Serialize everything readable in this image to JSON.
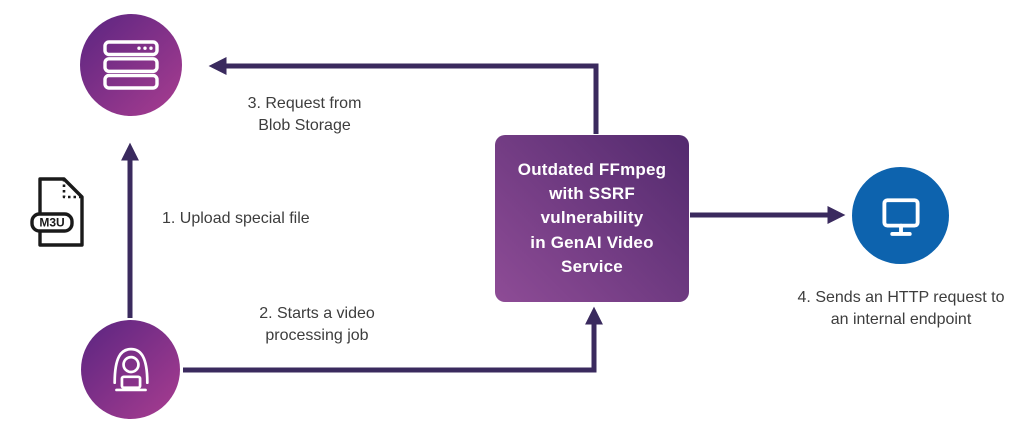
{
  "colors": {
    "arrow": "#3a2a5e",
    "purple1": "#5a2581",
    "purple2": "#a93d90",
    "box1": "#532a6e",
    "box2": "#8e4c96",
    "blue": "#0d63ae",
    "label": "#3d3d3d"
  },
  "nodes": {
    "vulnerability_box": "Outdated FFmpeg\nwith SSRF\nvulnerability\nin GenAI Video\nService",
    "file_badge": "M3U"
  },
  "labels": {
    "step1": "1. Upload special file",
    "step2": "2. Starts a video\nprocessing job",
    "step3": "3. Request from\nBlob Storage",
    "step4": "4. Sends an HTTP request to\nan internal endpoint"
  },
  "icons": {
    "blob_storage": "server-icon",
    "attacker": "hacker-icon",
    "endpoint": "monitor-icon",
    "file": "m3u-file-icon"
  }
}
